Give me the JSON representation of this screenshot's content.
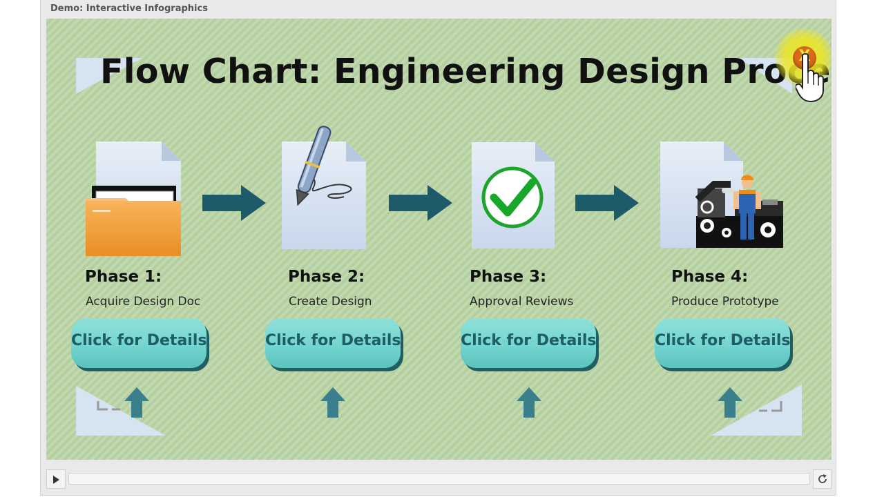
{
  "window": {
    "title": "Demo: Interactive Infographics"
  },
  "slide": {
    "title": "Flow Chart: Engineering Design Process",
    "close_label": "X"
  },
  "phases": [
    {
      "heading": "Phase 1:",
      "subtitle": "Acquire Design Doc",
      "button_label": "Click for Details",
      "icon": "folder-document-icon"
    },
    {
      "heading": "Phase 2:",
      "subtitle": "Create Design",
      "button_label": "Click for Details",
      "icon": "pen-signature-icon"
    },
    {
      "heading": "Phase 3:",
      "subtitle": "Approval Reviews",
      "button_label": "Click for Details",
      "icon": "checkmark-icon"
    },
    {
      "heading": "Phase 4:",
      "subtitle": "Produce Prototype",
      "button_label": "Click for Details",
      "icon": "machine-worker-icon"
    }
  ],
  "player": {
    "progress": 0.0
  },
  "colors": {
    "background": "#b5d09f",
    "arrow": "#1d5a6a",
    "button": "#74d5cf",
    "button_text": "#1e5c66",
    "close_button": "#d86a1a",
    "highlight": "#ebe628"
  }
}
